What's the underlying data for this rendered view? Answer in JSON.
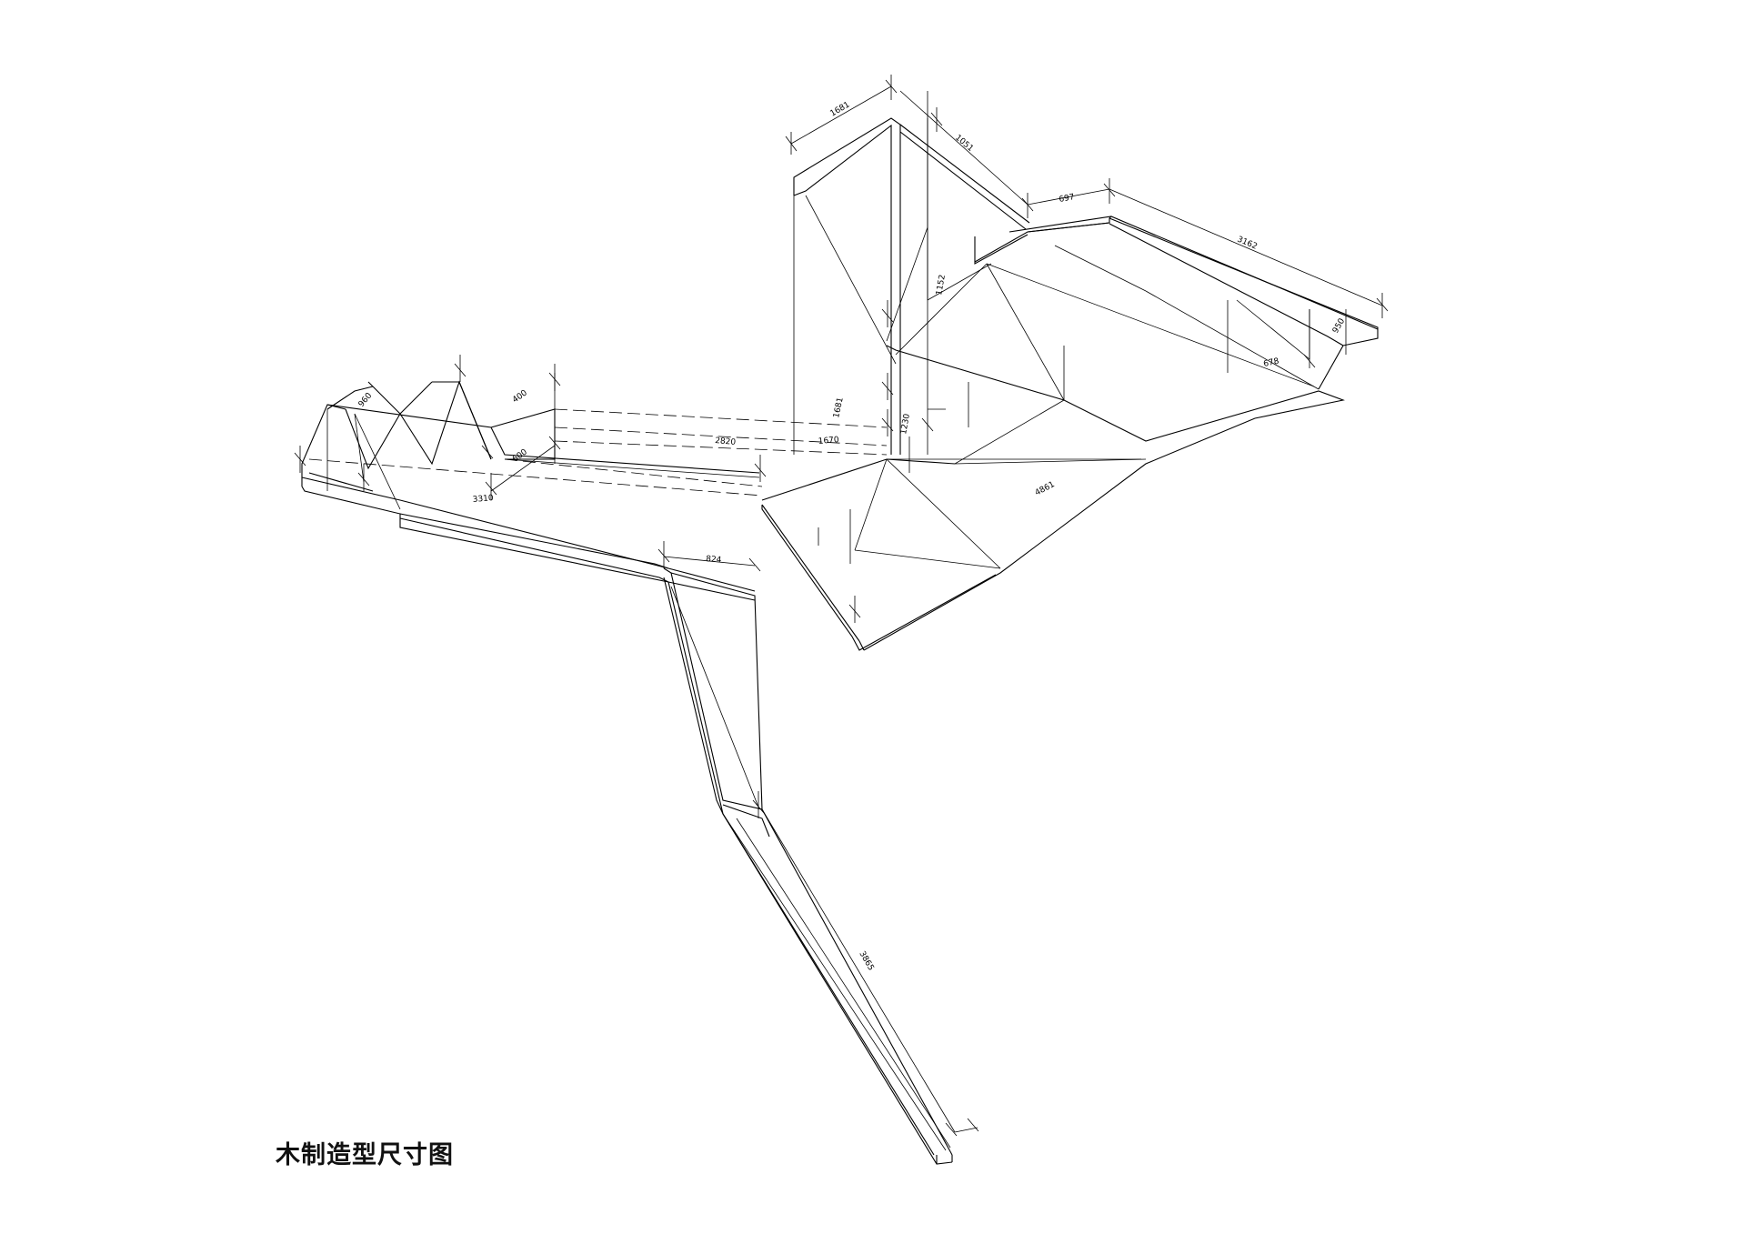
{
  "title": "木制造型尺寸图",
  "dimensions": {
    "top_left": "1681",
    "top_right": "1051",
    "right_arm_short": "697",
    "right_arm_long": "3162",
    "right_end": "678",
    "right_end_b": "950",
    "vertical_mid": "1152",
    "center_a": "1681",
    "center_b": "1670",
    "center_c": "1230",
    "left_span": "2820",
    "left_mid": "3310",
    "left_small_a": "400",
    "left_small_b": "600",
    "left_tri": "960",
    "floor_diag": "4861",
    "hook_top": "824",
    "leg_long": "3865"
  }
}
